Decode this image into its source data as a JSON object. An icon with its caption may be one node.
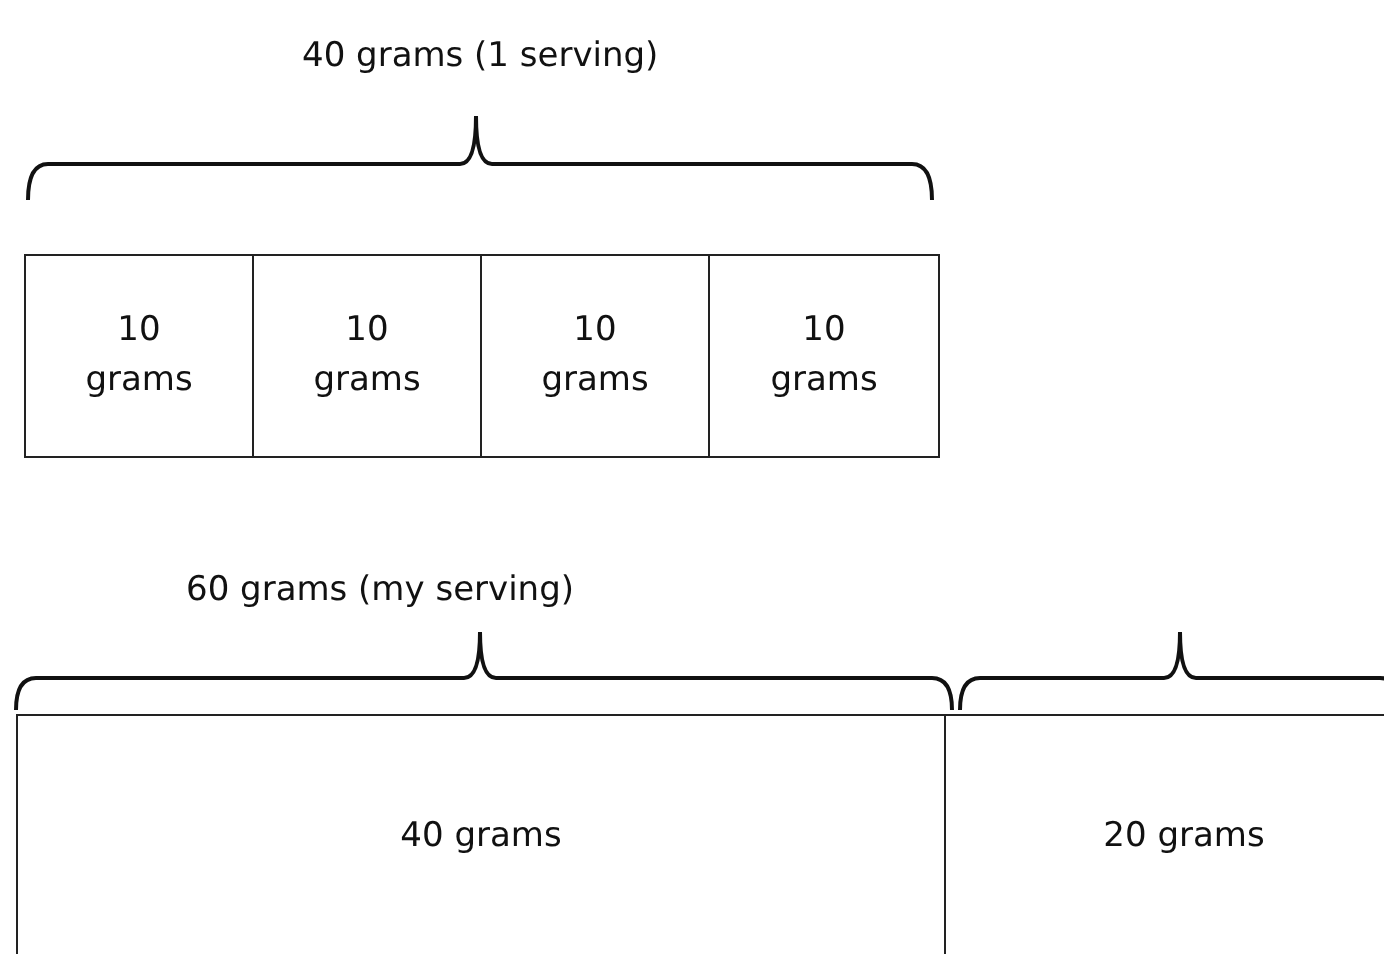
{
  "diagram": {
    "nodes": [
      {
        "text": [
          "10 grams"
        ]
      },
      {
        "text": [
          "10 grams"
        ]
      },
      {
        "text": [
          "10 grams"
        ]
      },
      {
        "text": [
          "10 grams"
        ]
      },
      {
        "text": [
          "40 grams"
        ]
      },
      {
        "text": [
          "20 grams"
        ]
      }
    ],
    "labels": [
      "40 grams (1 serving)",
      "60 grams (my serving)"
    ]
  }
}
